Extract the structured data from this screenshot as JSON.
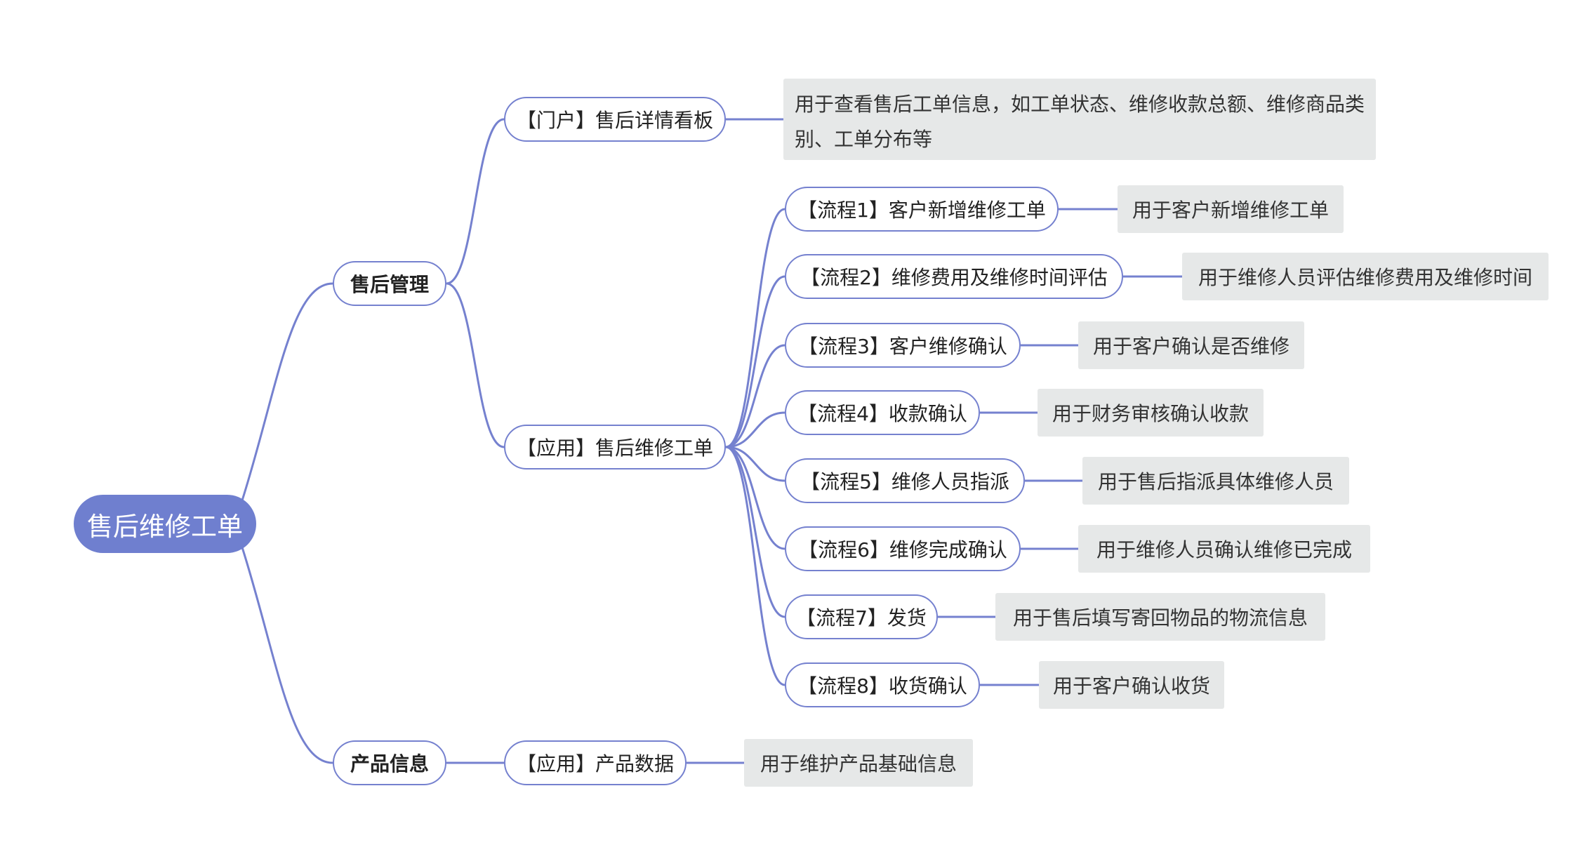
{
  "root": "售后维修工单",
  "branches": [
    {
      "label": "售后管理",
      "children": [
        {
          "label": "【门户】售后详情看板",
          "note": "用于查看售后工单信息，如工单状态、维修收款总额、维修商品类别、工单分布等"
        },
        {
          "label": "【应用】售后维修工单",
          "steps": [
            {
              "label": "【流程1】客户新增维修工单",
              "note": "用于客户新增维修工单"
            },
            {
              "label": "【流程2】维修费用及维修时间评估",
              "note": "用于维修人员评估维修费用及维修时间"
            },
            {
              "label": "【流程3】客户维修确认",
              "note": "用于客户确认是否维修"
            },
            {
              "label": "【流程4】收款确认",
              "note": "用于财务审核确认收款"
            },
            {
              "label": "【流程5】维修人员指派",
              "note": "用于售后指派具体维修人员"
            },
            {
              "label": "【流程6】维修完成确认",
              "note": "用于维修人员确认维修已完成"
            },
            {
              "label": "【流程7】发货",
              "note": "用于售后填写寄回物品的物流信息"
            },
            {
              "label": "【流程8】收货确认",
              "note": "用于客户确认收货"
            }
          ]
        }
      ]
    },
    {
      "label": "产品信息",
      "children": [
        {
          "label": "【应用】产品数据",
          "note": "用于维护产品基础信息"
        }
      ]
    }
  ],
  "colors": {
    "line": "#7581cf",
    "root_fill": "#6f7fcf",
    "note_fill": "#e6e8e8"
  }
}
